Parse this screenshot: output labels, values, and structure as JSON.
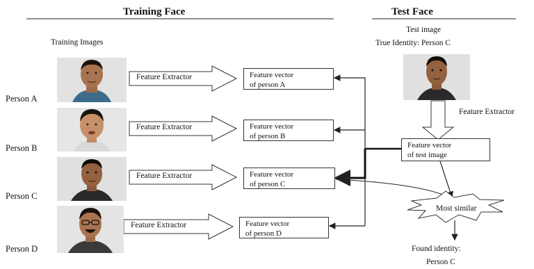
{
  "sections": {
    "training_title": "Training Face",
    "test_title": "Test Face"
  },
  "training": {
    "images_label": "Training Images",
    "extractor_label": "Feature Extractor",
    "persons": [
      {
        "label": "Person A",
        "vector_line1": "Feature vector",
        "vector_line2": "of person A"
      },
      {
        "label": "Person B",
        "vector_line1": "Feature vector",
        "vector_line2": "of person B"
      },
      {
        "label": "Person C",
        "vector_line1": "Feature vector",
        "vector_line2": "of person C"
      },
      {
        "label": "Person D",
        "vector_line1": "Feature vector",
        "vector_line2": "of person D"
      }
    ]
  },
  "test": {
    "image_label": "Test image",
    "true_identity": "True Identity: Person C",
    "extractor_label": "Feature Extractor",
    "vector_line1": "Feature vector",
    "vector_line2": "of test image",
    "similar_label": "Most similar",
    "found_label": "Found identity:",
    "found_value": "Person C"
  },
  "colors": {
    "line": "#222222",
    "skin": "#b07b55",
    "hair": "#1a120c",
    "bg_photo": "#dcdcdc"
  }
}
